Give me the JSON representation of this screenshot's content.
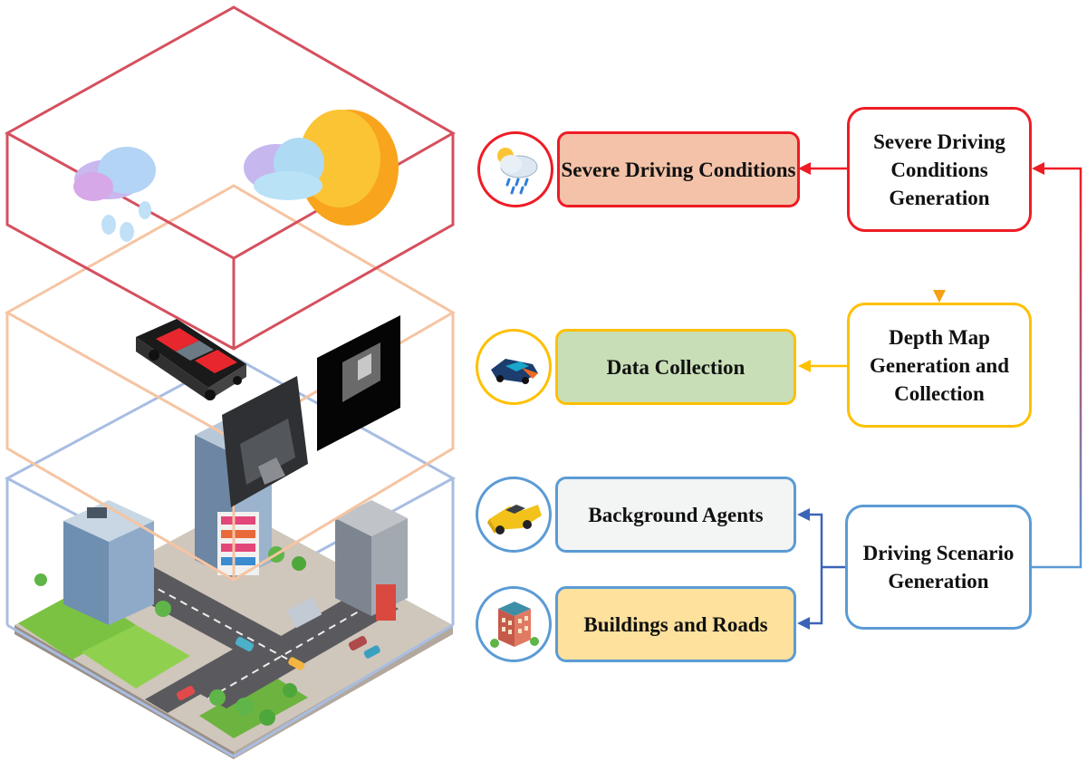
{
  "colors": {
    "red": "#ee1c25",
    "orange": "#f0a30a",
    "yellow": "#ffc000",
    "blue": "#5b9bd5",
    "dark_blue": "#3b64b8",
    "severe_fill": "#f4c2a8",
    "data_fill": "#c7deb6",
    "background_fill": "#f3f4f4",
    "buildings_fill": "#fde19c",
    "weather_layer": "#d5505e",
    "data_layer": "#f6c4a2",
    "city_layer": "#a8bde2"
  },
  "labels": {
    "severe": "Severe Driving Conditions",
    "data": "Data Collection",
    "background": "Background Agents",
    "buildings": "Buildings and Roads"
  },
  "generators": {
    "severe": "Severe Driving Conditions Generation",
    "depth": "Depth Map Generation and Collection",
    "scenario": "Driving Scenario Generation"
  },
  "icons": {
    "severe": "rain-sun-cloud-icon",
    "data": "sensor-car-icon",
    "background": "pickup-truck-icon",
    "buildings": "building-icon"
  },
  "illustration": {
    "layers": [
      "weather-layer",
      "sensor-data-layer",
      "city-layer"
    ]
  }
}
